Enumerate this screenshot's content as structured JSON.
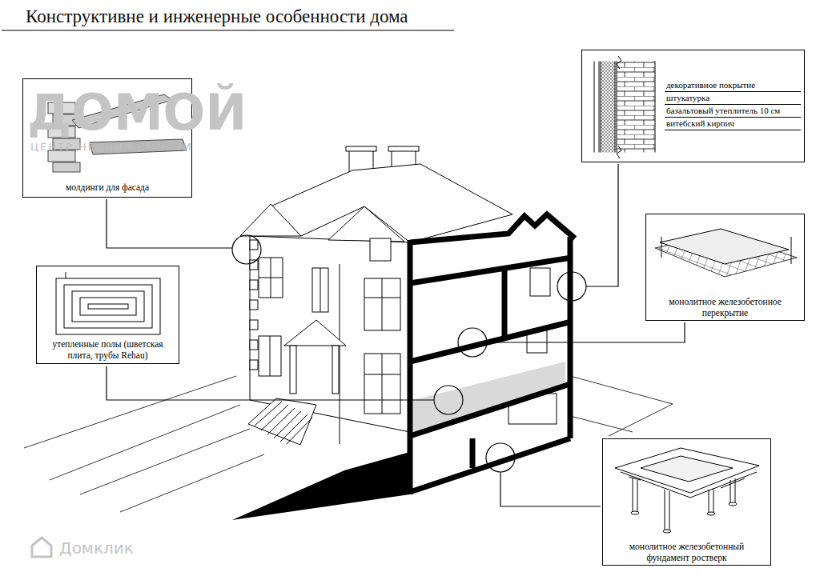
{
  "diagram": {
    "title": "Конструктивне и инженерные особенности дома",
    "nodes": [
      {
        "text": [
          "молдинги для фасада"
        ]
      },
      {
        "text": [
          "декоративное покрытие",
          "штукатурка",
          "базальтовый утеплитель 10 см",
          "витебский кирпич"
        ]
      },
      {
        "text": [
          "монолитное железобетонное перекрытие"
        ]
      },
      {
        "text": [
          "утепленные полы (шветская плита, трубы Rehau)"
        ]
      },
      {
        "text": [
          "монолитное железобетонный фундамент ростверк"
        ]
      }
    ],
    "labels": [
      "ДОМОЙ",
      "ЦЕНТР НЕДВИЖИМОСТИ",
      "Домклик"
    ]
  }
}
